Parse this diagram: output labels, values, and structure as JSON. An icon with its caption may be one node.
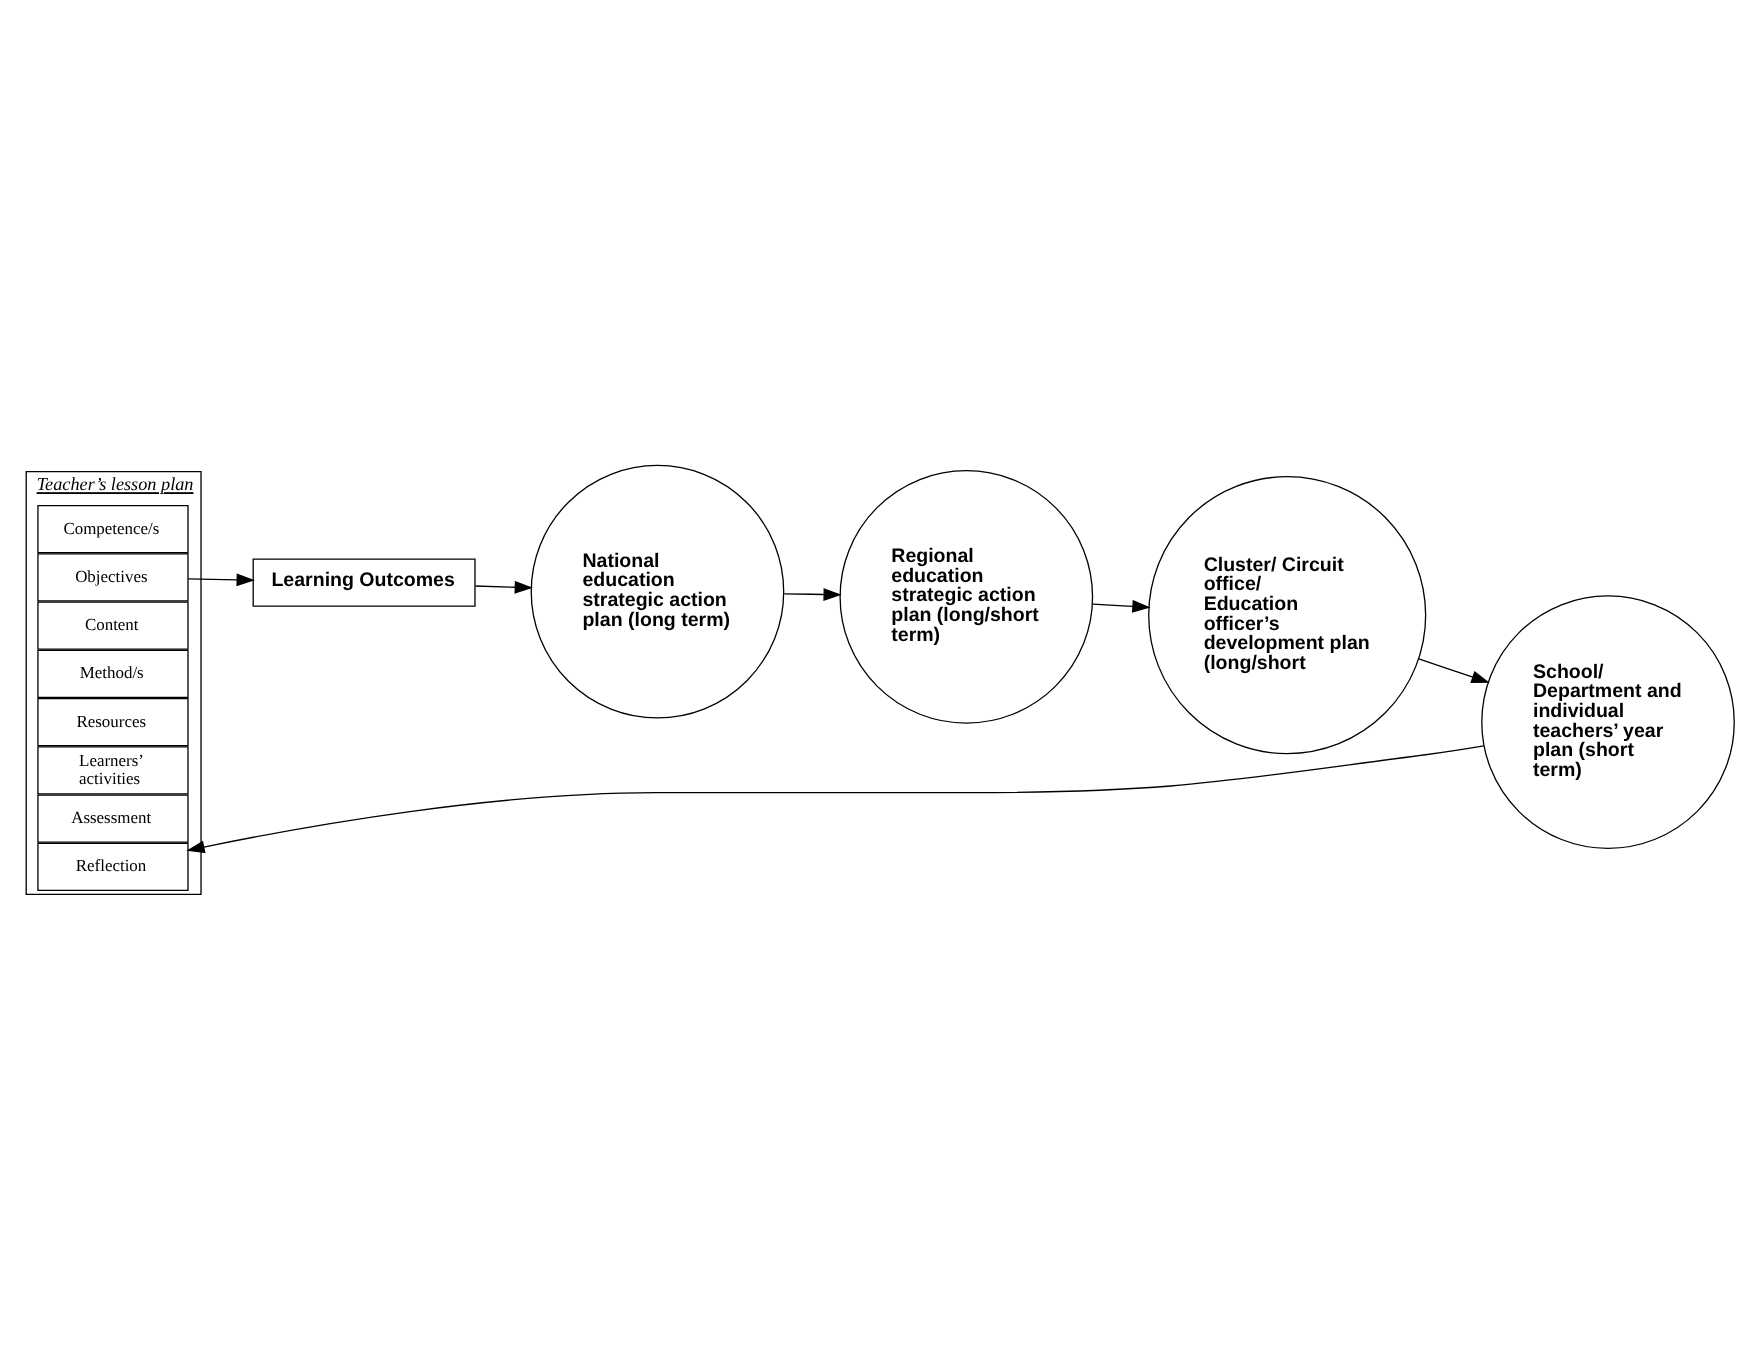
{
  "diagram": {
    "nodes": [
      {
        "text": [
          "Teacher’s lesson plan"
        ]
      },
      {
        "text": [
          "Competence/s"
        ],
        "in": 0
      },
      {
        "text": [
          "Objectives"
        ],
        "in": 0
      },
      {
        "text": [
          "Content"
        ],
        "in": 0
      },
      {
        "text": [
          "Method/s"
        ],
        "in": 0
      },
      {
        "text": [
          "Resources"
        ],
        "in": 0
      },
      {
        "text": [
          "Learners’ activities"
        ],
        "in": 0
      },
      {
        "text": [
          "Assessment"
        ],
        "in": 0
      },
      {
        "text": [
          "Reflection"
        ],
        "in": 0
      },
      {
        "text": [
          "National education strategic action plan (long term)"
        ]
      },
      {
        "text": [
          "Regional education strategic action plan (long/short term)"
        ]
      },
      {
        "text": [
          "Learning Outcomes"
        ]
      },
      {
        "text": [
          "School/ Department and individual teachers’ year plan (short term)"
        ]
      },
      {
        "text": [
          "Cluster/ Circuit office/ Education officer’s development plan (long/short"
        ]
      }
    ],
    "edges": [
      {
        "from": 2,
        "to": 11,
        "arrow": "to"
      },
      {
        "from": 11,
        "to": 9,
        "arrow": "to"
      },
      {
        "from": 9,
        "to": 10,
        "arrow": "to"
      },
      {
        "from": 10,
        "to": 13,
        "arrow": "to"
      },
      {
        "from": 13,
        "to": 12,
        "arrow": "to"
      },
      {
        "from": 12,
        "to": 8,
        "arrow": "to"
      }
    ]
  }
}
